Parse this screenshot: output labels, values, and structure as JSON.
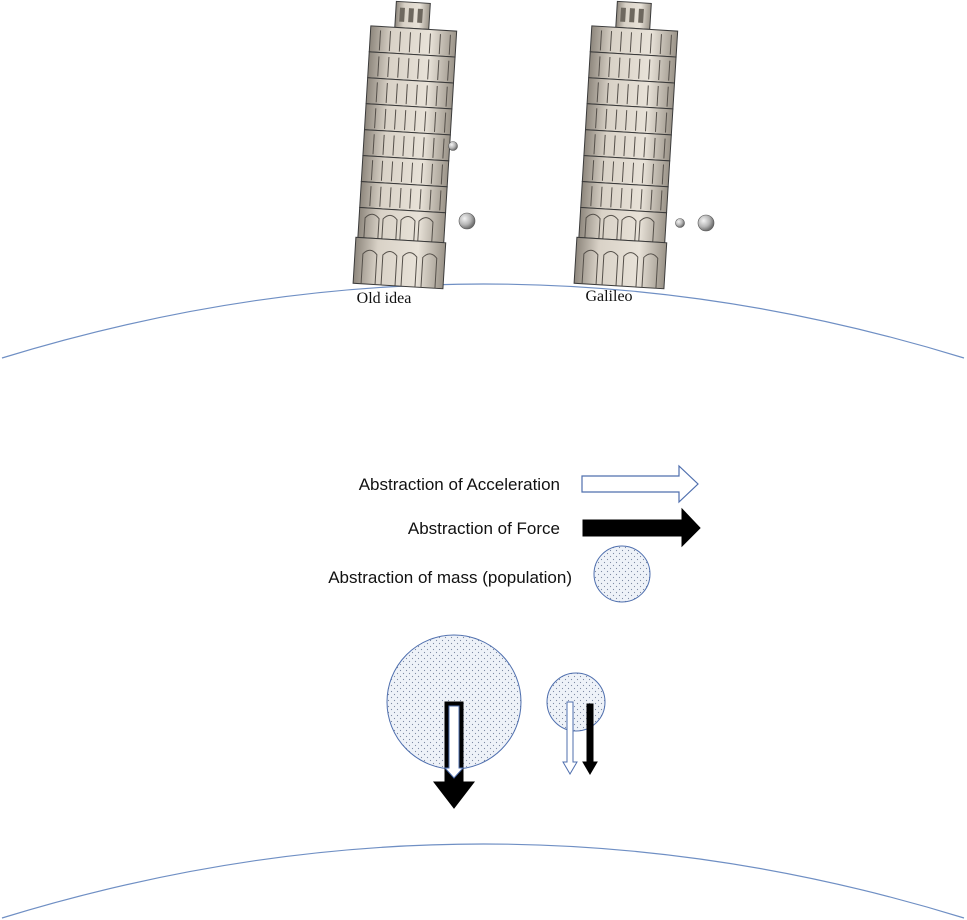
{
  "towers": {
    "left_label": "Old idea",
    "right_label": "Galileo"
  },
  "legend": {
    "acceleration_label": "Abstraction of Acceleration",
    "force_label": "Abstraction of Force",
    "mass_label": "Abstraction of mass (population)"
  },
  "colors": {
    "ground_line": "#6f8fc4",
    "mass_outline": "#4f6fae",
    "mass_fill": "#eef2f8",
    "tower_stone": "#d9d2c7",
    "tower_shadow": "#8e877d",
    "ball": "#b8b8b8",
    "force_arrow": "#000000",
    "acceleration_outline": "#4f6fae"
  }
}
